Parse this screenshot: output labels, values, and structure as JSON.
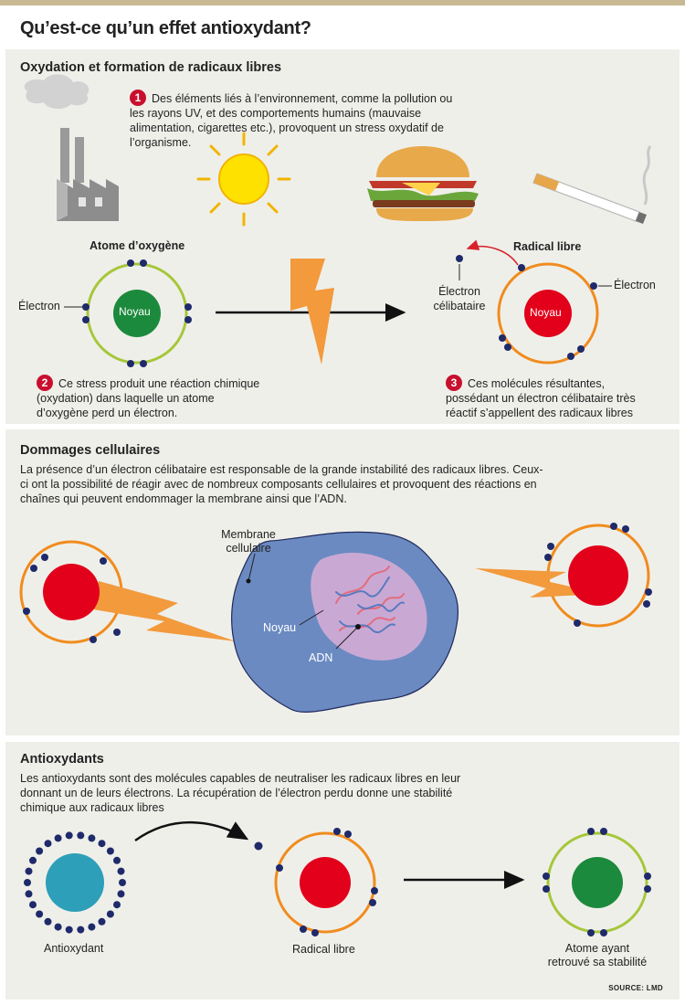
{
  "title": "Qu’est-ce qu’un effet antioxydant?",
  "section1": {
    "title": "Oxydation et formation de radicaux libres",
    "step1": {
      "num": "1",
      "text": "Des éléments liés à l’environnement, comme la pollution ou les rayons UV, et des comportements humains (mauvaise alimentation, cigarettes etc.), provoquent un stress oxydatif de l’organisme."
    },
    "oxygen_label": "Atome d’oxygène",
    "electron_label_left": "Électron",
    "noyau_left": "Noyau",
    "radical_label": "Radical libre",
    "electron_celib_line1": "Électron",
    "electron_celib_line2": "célibataire",
    "electron_label_right": "Électron",
    "noyau_right": "Noyau",
    "step2": {
      "num": "2",
      "text": "Ce stress produit une réaction chimique (oxydation) dans laquelle un atome d’oxygène perd un électron."
    },
    "step3": {
      "num": "3",
      "text": "Ces molécules résultantes, possédant un électron célibataire très réactif s’appellent des radicaux libres"
    }
  },
  "section2": {
    "title": "Dommages cellulaires",
    "text": "La présence d’un électron célibataire est responsable de la grande instabilité des radicaux libres. Ceux-ci ont la possibilité de réagir avec de nombreux composants cellulaires et provoquent des réactions en chaînes qui peuvent endommager la membrane ainsi que l’ADN.",
    "membrane_line1": "Membrane",
    "membrane_line2": "cellulaire",
    "noyau": "Noyau",
    "adn": "ADN"
  },
  "section3": {
    "title": "Antioxydants",
    "text": "Les antioxydants sont des molécules capables de neutraliser les radicaux libres en leur donnant un de leurs électrons. La récupération de l’électron perdu donne une stabilité chimique aux radicaux libres",
    "antioxydant": "Antioxydant",
    "radical": "Radical libre",
    "stable_line1": "Atome ayant",
    "stable_line2": "retrouvé sa stabilité"
  },
  "source": "SOURCE: LMD",
  "colors": {
    "panel_bg": "#efefea",
    "electron": "#1f2a6b",
    "orbit_stable": "#a6c73a",
    "orbit_radical": "#f08c1e",
    "nucleus_oxygen": "#1c8a3c",
    "nucleus_radical": "#e2001a",
    "nucleus_antioxidant": "#2e9fb8",
    "lightning": "#f29a3c",
    "cell": "#6b8ac2",
    "cell_nucleus": "#c9a9d3",
    "step_badge": "#c8102e"
  }
}
